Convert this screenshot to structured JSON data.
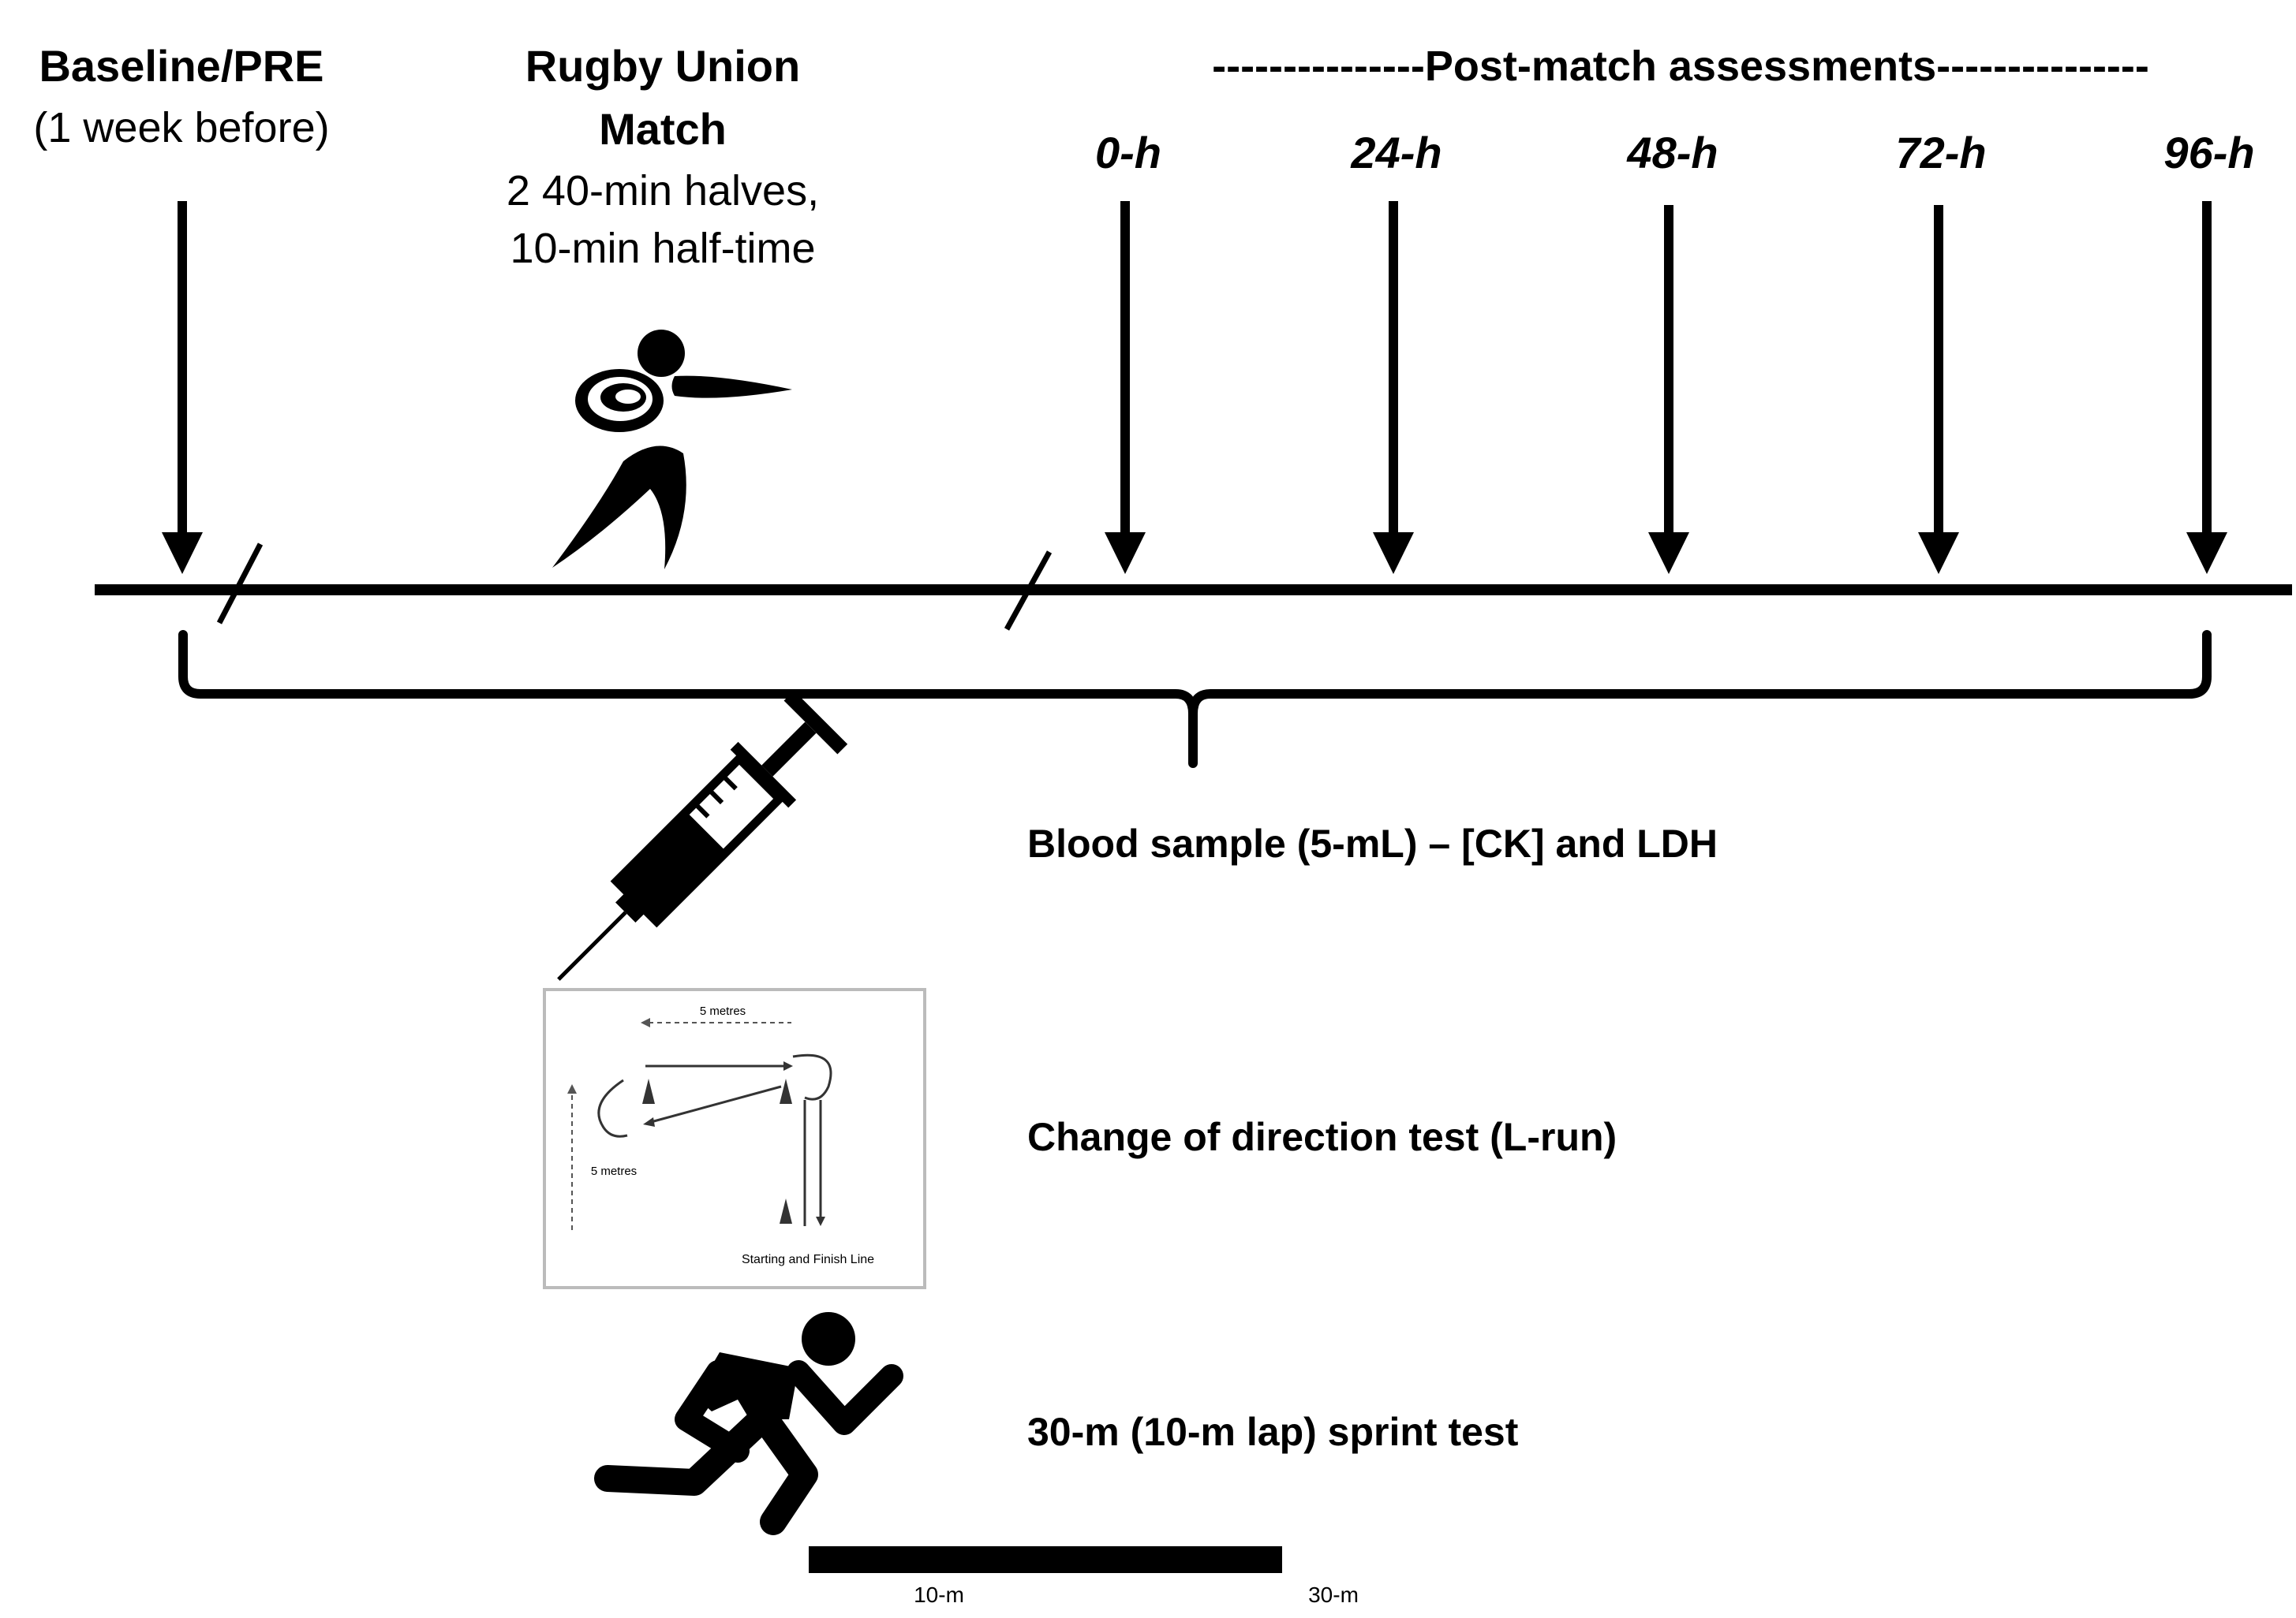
{
  "baseline": {
    "title": "Baseline/PRE",
    "subtitle": "(1 week before)"
  },
  "match": {
    "title_line1": "Rugby Union",
    "title_line2": "Match",
    "detail_line1": "2 40-min halves,",
    "detail_line2": "10-min half-time"
  },
  "post_match": {
    "header": "---------------Post-match assessments---------------",
    "timepoints": [
      "0-h",
      "24-h",
      "48-h",
      "72-h",
      "96-h"
    ]
  },
  "assessments": {
    "blood": "Blood sample (5-mL) – [CK] and LDH",
    "cod": "Change of direction test (L-run)",
    "sprint": "30-m (10-m lap) sprint test"
  },
  "lrun_diagram": {
    "top_distance": "5 metres",
    "side_distance": "5 metres",
    "start_finish": "Starting and Finish Line"
  },
  "sprint_scale": {
    "label_10m": "10-m",
    "label_30m": "30-m"
  },
  "icons": [
    "rugby-player-icon",
    "syringe-icon",
    "sprinter-icon"
  ]
}
